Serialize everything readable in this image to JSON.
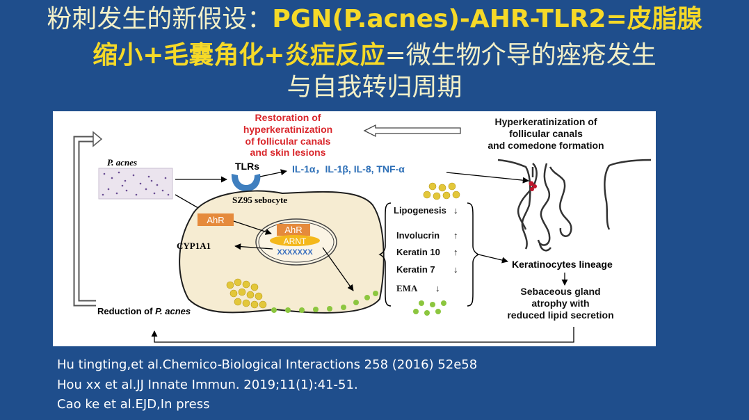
{
  "slide": {
    "title": {
      "line1": {
        "part1": "粉刺发生的新假设：",
        "part2": "PGN(P.acnes)-AHR-TLR2=皮脂腺"
      },
      "line2": {
        "part1": "缩小+毛囊角化+炎症反应",
        "part2": "=微生物介导的痤疮发生"
      },
      "line3": "与自我转归周期"
    },
    "references": [
      "Hu tingting,et al.Chemico-Biological Interactions 258 (2016) 52e58",
      "Hou xx et al.JJ Innate Immun. 2019;11(1):41-51.",
      "Cao ke et al.EJD,In press"
    ]
  },
  "figure": {
    "restoration": [
      "Restoration of",
      "hyperkeratinization",
      "of follicular canals",
      "and skin lesions"
    ],
    "hyperkeratinization": [
      "Hyperkeratinization of",
      "follicular canals",
      "and comedone formation"
    ],
    "p_acnes": "P. acnes",
    "tlrs": "TLRs",
    "cytokines": "IL-1α，IL-1β, IL-8, TNF-α",
    "sebocyte": "SZ95 sebocyte",
    "ahr": "AhR",
    "ahr_nuclear": "AhR",
    "arnt": "ARNT",
    "cyp1a1": "CYP1A1",
    "xre": "XXXXXXX",
    "effects": [
      {
        "label": "Lipogenesis",
        "arrow": "↓"
      },
      {
        "label": "Involucrin",
        "arrow": "↑"
      },
      {
        "label": "Keratin 10",
        "arrow": "↑"
      },
      {
        "label": "Keratin 7",
        "arrow": "↓"
      },
      {
        "label": "EMA",
        "arrow": "↓"
      }
    ],
    "keratinocytes": "Keratinocytes lineage",
    "atrophy": [
      "Sebaceous gland",
      "atrophy with",
      "reduced lipid secretion"
    ],
    "reduction": "Reduction of",
    "reduction_italic": "P. acnes",
    "colors": {
      "background": "#1f4e8c",
      "title_yellow": "#f6d928",
      "restoration_red": "#d9262b",
      "cytokine_blue": "#2d6fb7",
      "ahr_orange": "#e58a3c",
      "arnt_yellow": "#f4b81c",
      "cell_fill": "#f6ecd2",
      "lipid_yellow": "#e3c73a",
      "lipid_green": "#8cc63f"
    }
  }
}
